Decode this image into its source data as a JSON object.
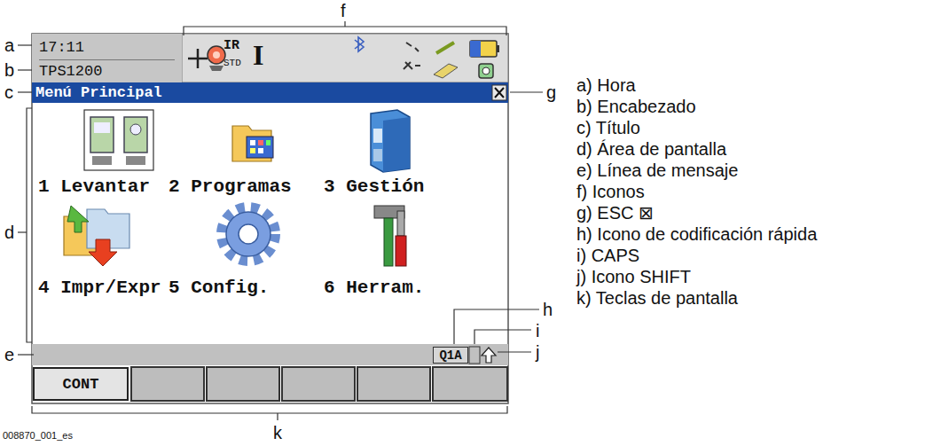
{
  "diagram": {
    "nodes": [
      {
        "text": [
          "17:11",
          "TPS1200"
        ]
      },
      {
        "text": [
          "Menú Principal"
        ]
      },
      {
        "text": [
          "Q1A"
        ]
      },
      {
        "text": [
          "CONT"
        ]
      }
    ],
    "labels": [
      "IR",
      "STD",
      "I",
      "1 Levantar",
      "2 Programas",
      "3 Gestión",
      "4 Impr/Expr",
      "5 Config.",
      "6 Herram.",
      "a",
      "b",
      "c",
      "d",
      "e",
      "f",
      "g",
      "h",
      "i",
      "j",
      "k",
      "a) Hora",
      "b) Encabezado",
      "c) Título",
      "d) Área de pantalla",
      "e) Línea de mensaje",
      "f) Iconos",
      "g) ESC ⊠",
      "h) Icono de codificación rápida",
      "i) CAPS",
      "j) Icono SHIFT",
      "k) Teclas de pantalla",
      "008870_001_es"
    ]
  }
}
